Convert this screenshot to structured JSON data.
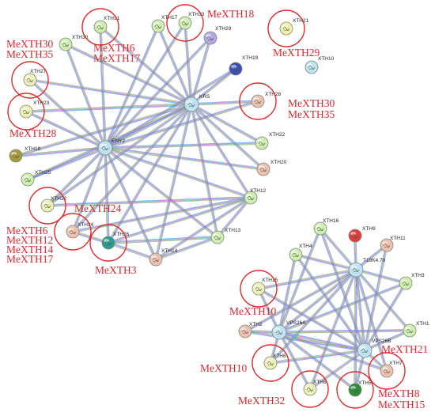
{
  "nodes": {
    "XTH31": {
      "label": "XTH31",
      "color": "#cfeeb0"
    },
    "XTH17": {
      "label": "XTH17",
      "color": "#cfeeb0"
    },
    "XTH33": {
      "label": "XTH33",
      "color": "#cfeeb0"
    },
    "XTH29": {
      "label": "XTH29",
      "color": "#b7a6e6"
    },
    "XTH30": {
      "label": "XTH30",
      "color": "#cfeeb0"
    },
    "XTH21": {
      "label": "XTH21",
      "color": "#f2f0a8"
    },
    "XTH10a": {
      "label": "XTH10",
      "color": "#bfe3f3"
    },
    "XTH19": {
      "label": "XTH19",
      "color": "#3a4fb5"
    },
    "XTH27": {
      "label": "XTH27",
      "color": "#eef0b5"
    },
    "KRS": {
      "label": "KRS",
      "color": "#bfe3f3"
    },
    "XTH28": {
      "label": "XTH28",
      "color": "#efc0b0"
    },
    "XTH23": {
      "label": "XTH23",
      "color": "#eef0b5"
    },
    "ENY2": {
      "label": "ENY2",
      "color": "#bfe3f3"
    },
    "XTH18": {
      "label": "XTH18",
      "color": "#a99a3a"
    },
    "XTH22": {
      "label": "XTH22",
      "color": "#cfeeb0"
    },
    "XTH20": {
      "label": "XTH20",
      "color": "#efc0b0"
    },
    "XTH25": {
      "label": "XTH25",
      "color": "#cfeeb0"
    },
    "XTH12": {
      "label": "XTH12",
      "color": "#cfeeb0"
    },
    "XTH32": {
      "label": "XTH32",
      "color": "#eef0b5"
    },
    "XTH24": {
      "label": "XTH24",
      "color": "#efc0b0"
    },
    "XTH26": {
      "label": "XTH26",
      "color": "#2a9d8f"
    },
    "XTH13": {
      "label": "XTH13",
      "color": "#cfeeb0"
    },
    "XTH14": {
      "label": "XTH14",
      "color": "#efc0b0"
    },
    "XTH16": {
      "label": "XTH16",
      "color": "#cfeeb0"
    },
    "XTH9": {
      "label": "XTH9",
      "color": "#e23b3b"
    },
    "XTH11": {
      "label": "XTH11",
      "color": "#efc0b0"
    },
    "XTH4": {
      "label": "XTH4",
      "color": "#cfeeb0"
    },
    "T19K470": {
      "label": "T19K4.70",
      "color": "#bfe3f3"
    },
    "XTH3": {
      "label": "XTH3",
      "color": "#cfeeb0"
    },
    "XTH15": {
      "label": "XTH15",
      "color": "#eef0b5"
    },
    "VPS26A": {
      "label": "VPS26A",
      "color": "#bfe3f3"
    },
    "XTH2": {
      "label": "XTH2",
      "color": "#efc0b0"
    },
    "XTH1": {
      "label": "XTH1",
      "color": "#cfeeb0"
    },
    "VPS26B": {
      "label": "VPS26B",
      "color": "#bfe3f3"
    },
    "XTH6": {
      "label": "XTH6",
      "color": "#eef0b5"
    },
    "XTH7": {
      "label": "XTH7",
      "color": "#efc0b0"
    },
    "XTH8": {
      "label": "XTH8",
      "color": "#eef0b5"
    },
    "XTH5": {
      "label": "XTH5",
      "color": "#2f8a3a"
    }
  },
  "edges": [
    [
      "ENY2",
      "KRS"
    ],
    [
      "ENY2",
      "XTH31"
    ],
    [
      "ENY2",
      "XTH17"
    ],
    [
      "ENY2",
      "XTH33"
    ],
    [
      "ENY2",
      "XTH29"
    ],
    [
      "ENY2",
      "XTH30"
    ],
    [
      "ENY2",
      "XTH27"
    ],
    [
      "ENY2",
      "XTH23"
    ],
    [
      "ENY2",
      "XTH18"
    ],
    [
      "ENY2",
      "XTH25"
    ],
    [
      "ENY2",
      "XTH32"
    ],
    [
      "ENY2",
      "XTH24"
    ],
    [
      "ENY2",
      "XTH26"
    ],
    [
      "ENY2",
      "XTH14"
    ],
    [
      "ENY2",
      "XTH13"
    ],
    [
      "ENY2",
      "XTH12"
    ],
    [
      "ENY2",
      "XTH20"
    ],
    [
      "ENY2",
      "XTH22"
    ],
    [
      "ENY2",
      "XTH28"
    ],
    [
      "ENY2",
      "XTH19"
    ],
    [
      "KRS",
      "XTH31"
    ],
    [
      "KRS",
      "XTH17"
    ],
    [
      "KRS",
      "XTH33"
    ],
    [
      "KRS",
      "XTH29"
    ],
    [
      "KRS",
      "XTH30"
    ],
    [
      "KRS",
      "XTH27"
    ],
    [
      "KRS",
      "XTH23"
    ],
    [
      "KRS",
      "XTH18"
    ],
    [
      "KRS",
      "XTH25"
    ],
    [
      "KRS",
      "XTH32"
    ],
    [
      "KRS",
      "XTH24"
    ],
    [
      "KRS",
      "XTH26"
    ],
    [
      "KRS",
      "XTH14"
    ],
    [
      "KRS",
      "XTH13"
    ],
    [
      "KRS",
      "XTH12"
    ],
    [
      "KRS",
      "XTH20"
    ],
    [
      "KRS",
      "XTH22"
    ],
    [
      "KRS",
      "XTH28"
    ],
    [
      "KRS",
      "XTH19"
    ],
    [
      "XTH26",
      "XTH12"
    ],
    [
      "XTH26",
      "XTH13"
    ],
    [
      "XTH26",
      "XTH14"
    ],
    [
      "XTH14",
      "XTH12"
    ],
    [
      "XTH14",
      "XTH13"
    ],
    [
      "XTH13",
      "XTH12"
    ],
    [
      "XTH24",
      "XTH12"
    ],
    [
      "XTH32",
      "XTH12"
    ],
    [
      "XTH26",
      "XTH24"
    ],
    [
      "T19K470",
      "XTH16"
    ],
    [
      "T19K470",
      "XTH9"
    ],
    [
      "T19K470",
      "XTH11"
    ],
    [
      "T19K470",
      "XTH4"
    ],
    [
      "T19K470",
      "XTH3"
    ],
    [
      "T19K470",
      "XTH15"
    ],
    [
      "T19K470",
      "VPS26A"
    ],
    [
      "T19K470",
      "XTH2"
    ],
    [
      "T19K470",
      "XTH1"
    ],
    [
      "T19K470",
      "VPS26B"
    ],
    [
      "T19K470",
      "XTH6"
    ],
    [
      "T19K470",
      "XTH7"
    ],
    [
      "T19K470",
      "XTH8"
    ],
    [
      "T19K470",
      "XTH5"
    ],
    [
      "VPS26A",
      "VPS26B"
    ],
    [
      "VPS26A",
      "XTH16"
    ],
    [
      "VPS26A",
      "XTH4"
    ],
    [
      "VPS26A",
      "XTH15"
    ],
    [
      "VPS26A",
      "XTH2"
    ],
    [
      "VPS26A",
      "XTH6"
    ],
    [
      "VPS26A",
      "XTH8"
    ],
    [
      "VPS26A",
      "XTH5"
    ],
    [
      "VPS26A",
      "XTH7"
    ],
    [
      "VPS26A",
      "XTH1"
    ],
    [
      "VPS26A",
      "XTH3"
    ],
    [
      "VPS26B",
      "XTH16"
    ],
    [
      "VPS26B",
      "XTH4"
    ],
    [
      "VPS26B",
      "XTH15"
    ],
    [
      "VPS26B",
      "XTH2"
    ],
    [
      "VPS26B",
      "XTH6"
    ],
    [
      "VPS26B",
      "XTH8"
    ],
    [
      "VPS26B",
      "XTH5"
    ],
    [
      "VPS26B",
      "XTH7"
    ],
    [
      "VPS26B",
      "XTH1"
    ],
    [
      "VPS26B",
      "XTH3"
    ],
    [
      "VPS26B",
      "XTH11"
    ]
  ],
  "edge_colors": [
    "#3aa0ff",
    "#e24ae2",
    "#62c462",
    "#9a9a9a"
  ],
  "annotations": [
    {
      "id": "a1",
      "text": "MeXTH30"
    },
    {
      "id": "a2",
      "text": "MeXTH35"
    },
    {
      "id": "a3",
      "text": "MeXTH6"
    },
    {
      "id": "a4",
      "text": "MeXTH17"
    },
    {
      "id": "a5",
      "text": "MeXTH18"
    },
    {
      "id": "a6",
      "text": "MeXTH29"
    },
    {
      "id": "a7",
      "text": "MeXTH28"
    },
    {
      "id": "a8",
      "text": "MeXTH30"
    },
    {
      "id": "a9",
      "text": "MeXTH35"
    },
    {
      "id": "a10",
      "text": "MeXTH24"
    },
    {
      "id": "a11",
      "text": "MeXTH6"
    },
    {
      "id": "a12",
      "text": "MeXTH12"
    },
    {
      "id": "a13",
      "text": "MeXTH14"
    },
    {
      "id": "a14",
      "text": "MeXTH17"
    },
    {
      "id": "a15",
      "text": "MeXTH3"
    },
    {
      "id": "a16",
      "text": "MeXTH10"
    },
    {
      "id": "a17",
      "text": "MeXTH21"
    },
    {
      "id": "a18",
      "text": "MeXTH10"
    },
    {
      "id": "a19",
      "text": "MeXTH32"
    },
    {
      "id": "a20",
      "text": "MeXTH8"
    },
    {
      "id": "a21",
      "text": "MeXTH15"
    }
  ],
  "highlight_color": "#e02a2a"
}
